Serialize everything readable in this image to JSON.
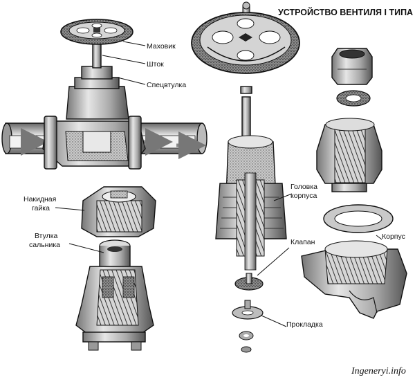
{
  "title": "УСТРОЙСТВО ВЕНТИЛЯ I ТИПА",
  "labels": {
    "handwheel": "Маховик",
    "stem": "Шток",
    "gland": "Спецвтулка",
    "union_nut_line1": "Накидная",
    "union_nut_line2": "гайка",
    "seal_sleeve_line1": "Втулка",
    "seal_sleeve_line2": "сальника",
    "body_head_line1": "Головка",
    "body_head_line2": "корпуса",
    "valve": "Клапан",
    "gasket": "Прокладка",
    "body": "Корпус"
  },
  "watermark": "Ingeneryi.info",
  "colors": {
    "ink": "#111111",
    "metal_light": "#d9d9d9",
    "metal_mid": "#a8a8a8",
    "metal_dark": "#5a5a5a",
    "background": "#ffffff"
  }
}
